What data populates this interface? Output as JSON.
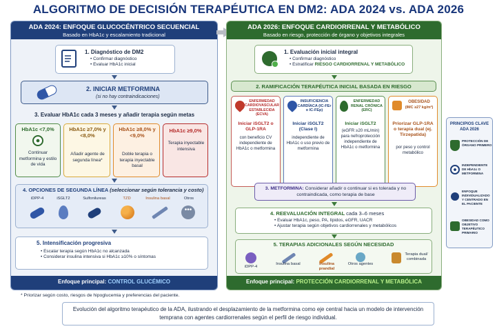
{
  "title": "ALGORITMO DE DECISIÓN TERAPÉUTICA EN DM2: ADA 2024 vs. ADA 2026",
  "colors": {
    "blue": "#1f3f7a",
    "green": "#2e6b2e",
    "red": "#b52b2b",
    "orange": "#e08a2a"
  },
  "left": {
    "header": "ADA 2024: ENFOQUE GLUCOCÉNTRICO SECUENCIAL",
    "subheader": "Basado en HbA1c y escalamiento tradicional",
    "step1": {
      "title": "1. Diagnóstico de DM2",
      "items": [
        "Confirmar diagnóstico",
        "Evaluar HbA1c inicial"
      ]
    },
    "step2": {
      "title": "2. INICIAR METFORMINA",
      "sub": "(si no hay contraindicaciones)"
    },
    "step3": {
      "title": "3. Evaluar HbA1c cada 3 meses y añadir terapia según metas"
    },
    "hba1c": [
      {
        "label": "HbA1c <7,0%",
        "text": "Continuar metformina y estilo de vida"
      },
      {
        "label": "HbA1c ≥7,0% y <8,0%",
        "text": "Añadir agente de segunda línea*"
      },
      {
        "label": "HbA1c ≥8,0% y <9,0%",
        "text": "Doble terapia o terapia inyectable basal"
      },
      {
        "label": "HbA1c ≥9,0%",
        "text": "Terapia inyectable intensiva"
      }
    ],
    "step4": {
      "title": "4. OPCIONES DE SEGUNDA LÍNEA",
      "sub": "(seleccionar según tolerancia y costo)",
      "options": [
        "iDPP-4",
        "iSGLT2",
        "Sulfonilureas",
        "TZD",
        "Insulina basal",
        "Otros"
      ]
    },
    "step5": {
      "title": "5. Intensificación progresiva",
      "items": [
        "Escalar terapia según HbA1c no alcanzada",
        "Considerar insulina intensiva si HbA1c ≥10% o síntomas"
      ]
    },
    "footer_prefix": "Enfoque principal: ",
    "footer_value": "CONTROL GLUCÉMICO",
    "note": "* Priorizar según costo, riesgos de hipoglucemia y preferencias del paciente."
  },
  "right": {
    "header": "ADA 2026: ENFOQUE CARDIORRENAL Y METABÓLICO",
    "subheader": "Basado en riesgo, protección de órgano y objetivos integrales",
    "step1": {
      "title": "1. Evaluación inicial integral",
      "items": [
        "Confirmar diagnóstico",
        "Estratificar "
      ],
      "highlight": "RIESGO CARDIORRENAL Y METABÓLICO"
    },
    "step2": {
      "title": "2. RAMIFICACIÓN TERAPÉUTICA INICIAL BASADA EN RIESGO"
    },
    "branches": [
      {
        "name": "ENFERMEDAD CARDIOVASCULAR ESTABLECIDA (ECVA)",
        "rx": "Iniciar iSGLT2 o GLP-1RA",
        "text": "con beneficio CV independiente de HbA1c o metformina"
      },
      {
        "name": "INSUFICIENCIA CARDÍACA (IC-FEr o IC-FEp)",
        "rx": "Iniciar iSGLT2 (Clase I)",
        "text": "independiente de HbA1c o uso previo de metformina"
      },
      {
        "name": "ENFERMEDAD RENAL CRÓNICA (ERC)",
        "rx": "Iniciar iSGLT2",
        "text": "(eGFR ≥20 mL/min) para nefroprotección independiente de HbA1c o metformina"
      },
      {
        "name": "OBESIDAD",
        "name2": "(IMC ≥27 kg/m²)",
        "rx": "Priorizar GLP-1RA o terapia dual (ej. Tirzepatida)",
        "text": "por peso y control metabólico"
      }
    ],
    "step3": {
      "title": "3. METFORMINA:",
      "text": "Considerar añadir o continuar si es tolerada y no contraindicada, como terapia de base"
    },
    "step4": {
      "title": "4. REEVALUACIÓN INTEGRAL",
      "title2": "cada 3–6 meses",
      "items": [
        "Evaluar HbA1c, peso, PA, lípidos, eGFR, UACR",
        "Ajustar terapia según objetivos cardiorrenales y metabólicos"
      ]
    },
    "step5": {
      "title": "5. TERAPIAS ADICIONALES SEGÚN NECESIDAD",
      "options": [
        "iDPP-4",
        "Insulina basal",
        "Insulina prandial",
        "Otros agentes",
        "Terapia dual/ combinada"
      ]
    },
    "footer_prefix": "Enfoque principal: ",
    "footer_value": "PROTECCIÓN CARDIORRENAL Y METABÓLICA"
  },
  "principles": {
    "title": "PRINCIPIOS CLAVE ADA 2026",
    "items": [
      "PROTECCIÓN DE ÓRGANO PRIMERO",
      "INDEPENDIENTE DE HbA1c O METFORMINA",
      "ENFOQUE INDIVIDUALIZADO Y CENTRADO EN EL PACIENTE",
      "OBESIDAD COMO OBJETIVO TERAPÉUTICO PRIMARIO"
    ]
  },
  "bottom": "Evolución del algoritmo terapéutico de la ADA, ilustrando el desplazamiento de la metformina como eje central hacia un modelo de intervención temprana con agentes cardiorrenales según el perfil de riesgo individual."
}
